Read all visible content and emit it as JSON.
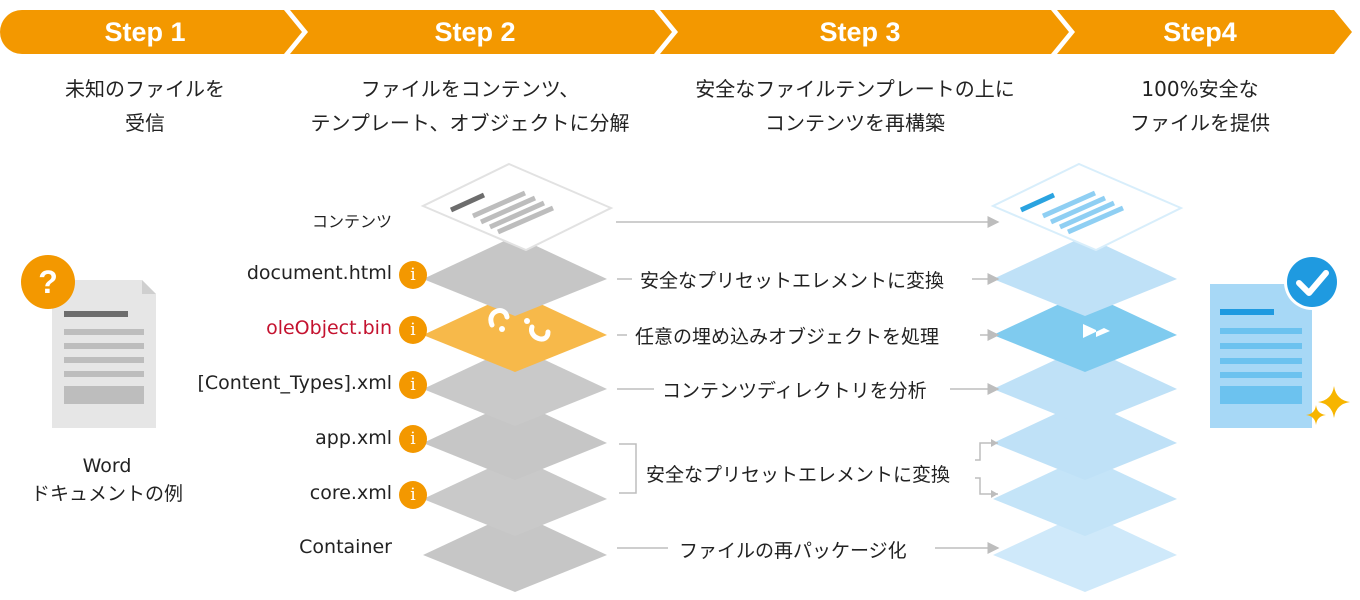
{
  "steps": [
    {
      "label": "Step 1",
      "desc_line1": "未知のファイルを",
      "desc_line2": "受信"
    },
    {
      "label": "Step 2",
      "desc_line1": "ファイルをコンテンツ、",
      "desc_line2": "テンプレート、オブジェクトに分解"
    },
    {
      "label": "Step 3",
      "desc_line1": "安全なファイルテンプレートの上に",
      "desc_line2": "コンテンツを再構築"
    },
    {
      "label": "Step4",
      "desc_line1": "100%安全な",
      "desc_line2": "ファイルを提供"
    }
  ],
  "word_doc": {
    "caption_line1": "Word",
    "caption_line2": "ドキュメントの例",
    "badge_icon": "question-icon",
    "badge_text": "?"
  },
  "layers": [
    {
      "label": "コンテンツ",
      "info": false
    },
    {
      "label": "document.html",
      "info": true
    },
    {
      "label": "oleObject.bin",
      "info": true,
      "highlight": true
    },
    {
      "label": "[Content_Types].xml",
      "info": true
    },
    {
      "label": "app.xml",
      "info": true
    },
    {
      "label": "core.xml",
      "info": true
    },
    {
      "label": "Container",
      "info": false
    }
  ],
  "info_icon_text": "i",
  "actions": [
    "安全なプリセットエレメントに変換",
    "任意の埋め込みオブジェクトを処理",
    "コンテンツディレクトリを分析",
    "安全なプリセットエレメントに変換",
    "ファイルの再パッケージ化"
  ],
  "colors": {
    "orange": "#f39800",
    "gray_layer": "#c9c9c9",
    "blue_layer": "#c0e3f8",
    "blue_dark": "#7fcbef",
    "blue_doc": "#a7d8f6",
    "yellow": "#f7b94a",
    "red_text": "#c4122f"
  }
}
